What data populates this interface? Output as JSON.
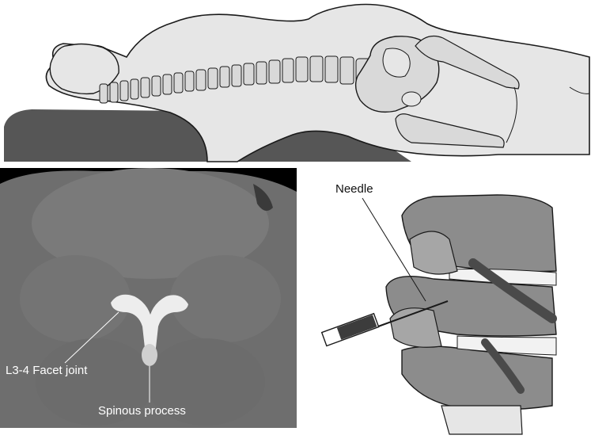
{
  "labels": {
    "needle": "Needle",
    "facet_joint": "L3-4 Facet joint",
    "spinous_process": "Spinous process"
  },
  "colors": {
    "body_fill": "#e6e6e6",
    "pillow_fill": "#565656",
    "bone_fill": "#d9d9d9",
    "outline": "#1a1a1a",
    "ct_background": "#000000",
    "ct_tissue": "#7d7d7d",
    "spine_bone": "#8c8c8c",
    "spine_dark": "#505050",
    "disc": "#f2f2f2"
  }
}
